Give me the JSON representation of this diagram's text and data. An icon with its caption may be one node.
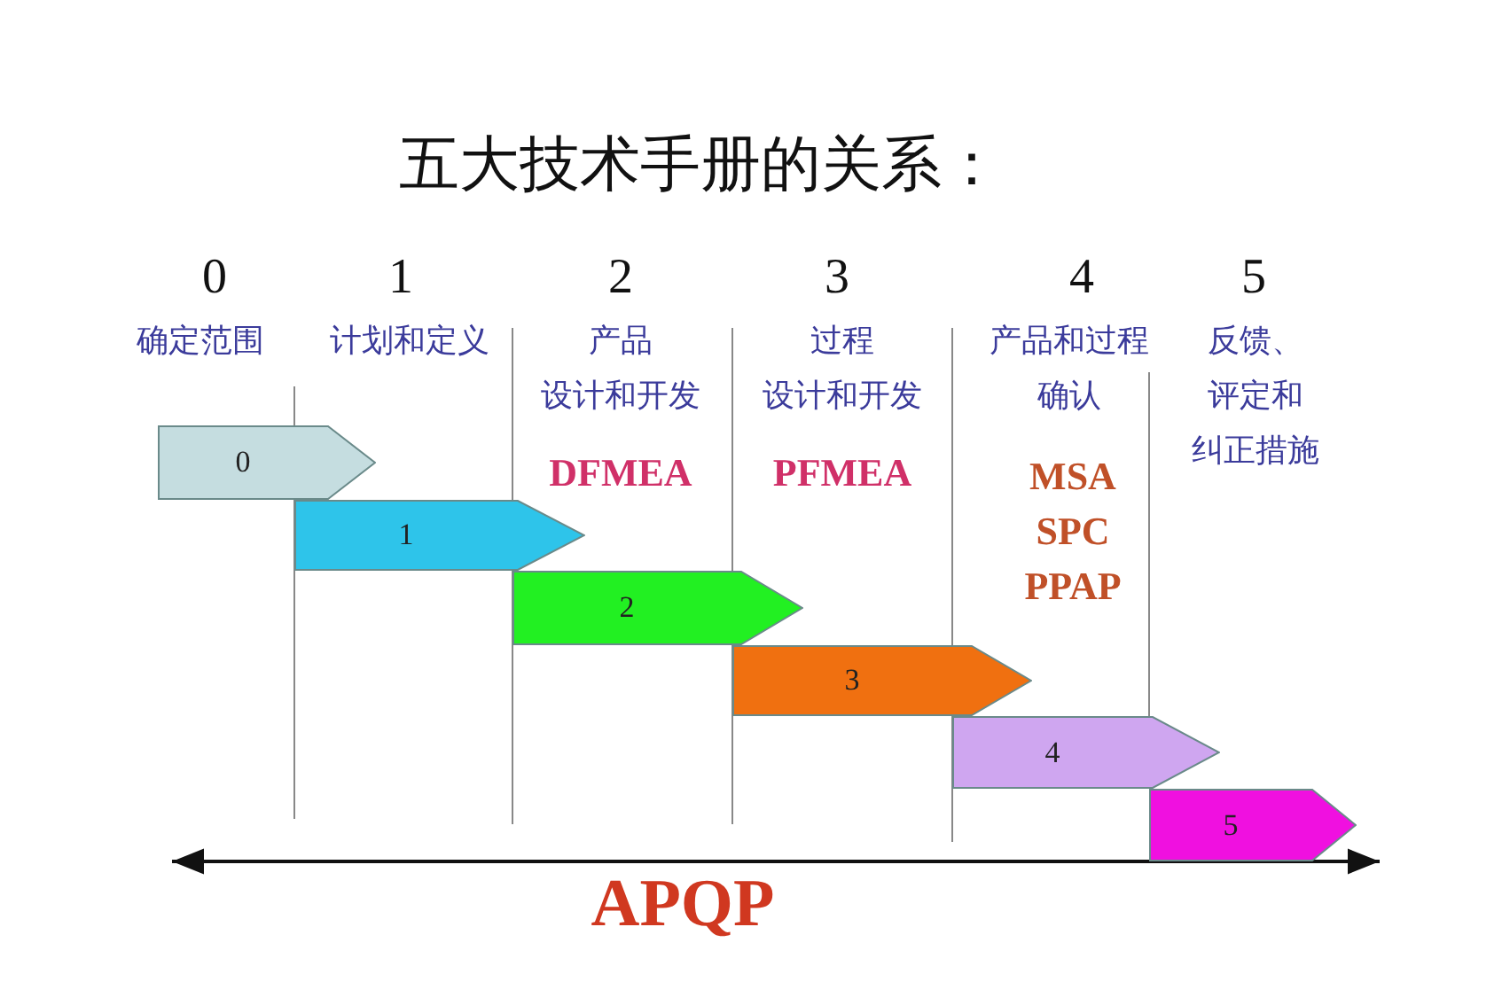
{
  "diagram": {
    "title": "五大技术手册的关系：",
    "nodes": [
      {
        "text": [
          "0"
        ]
      },
      {
        "text": [
          "1"
        ]
      },
      {
        "text": [
          "2"
        ]
      },
      {
        "text": [
          "3"
        ]
      },
      {
        "text": [
          "4"
        ]
      },
      {
        "text": [
          "5"
        ]
      }
    ],
    "labels": [
      "0",
      "1",
      "2",
      "3",
      "4",
      "5",
      "确定范围",
      "计划和定义",
      "产品设计和开发",
      "过程设计和开发",
      "产品和过程确认",
      "反馈、评定和纠正措施",
      "DFMEA",
      "PFMEA",
      "MSA",
      "SPC",
      "PPAP",
      "APQP"
    ]
  }
}
